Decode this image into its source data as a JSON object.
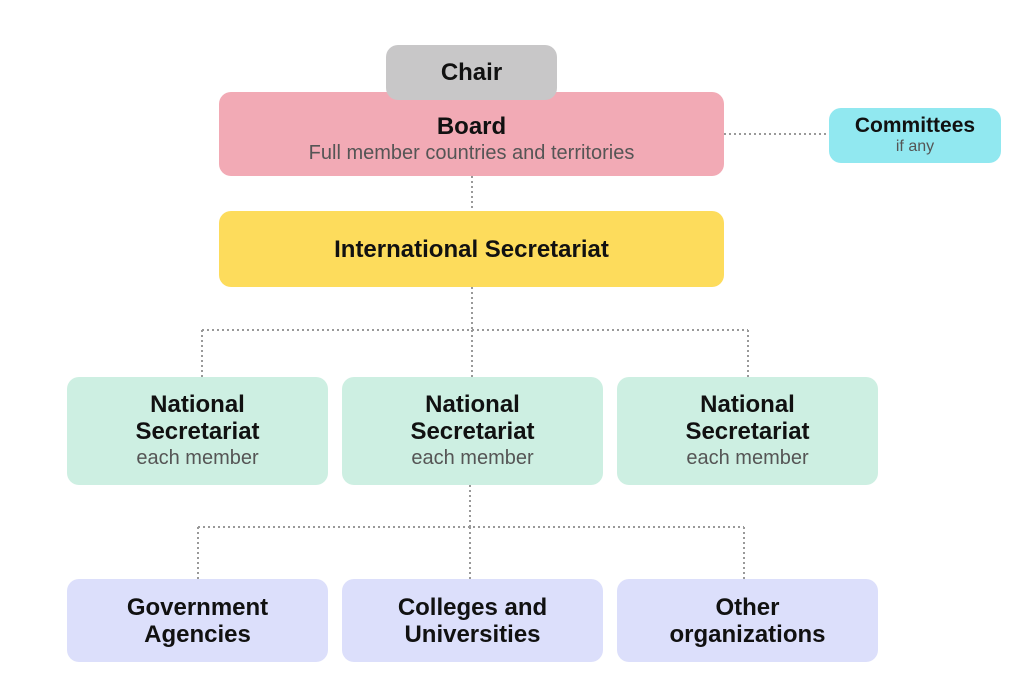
{
  "chair": {
    "title": "Chair"
  },
  "board": {
    "title": "Board",
    "subtitle": "Full member countries and territories"
  },
  "committees": {
    "title": "Committees",
    "subtitle": "if any"
  },
  "international": {
    "title": "International Secretariat"
  },
  "national": [
    {
      "title": "National Secretariat",
      "subtitle": "each member"
    },
    {
      "title": "National Secretariat",
      "subtitle": "each member"
    },
    {
      "title": "National Secretariat",
      "subtitle": "each member"
    }
  ],
  "organizations": [
    {
      "title": "Government Agencies"
    },
    {
      "title": "Colleges and Universities"
    },
    {
      "title": "Other organizations"
    }
  ],
  "colors": {
    "chair": "#c8c7c8",
    "board": "#f2aab5",
    "committees": "#91e8f0",
    "international": "#fddc5c",
    "national": "#cdefe2",
    "organizations": "#dcdffb",
    "connector": "#999999"
  }
}
